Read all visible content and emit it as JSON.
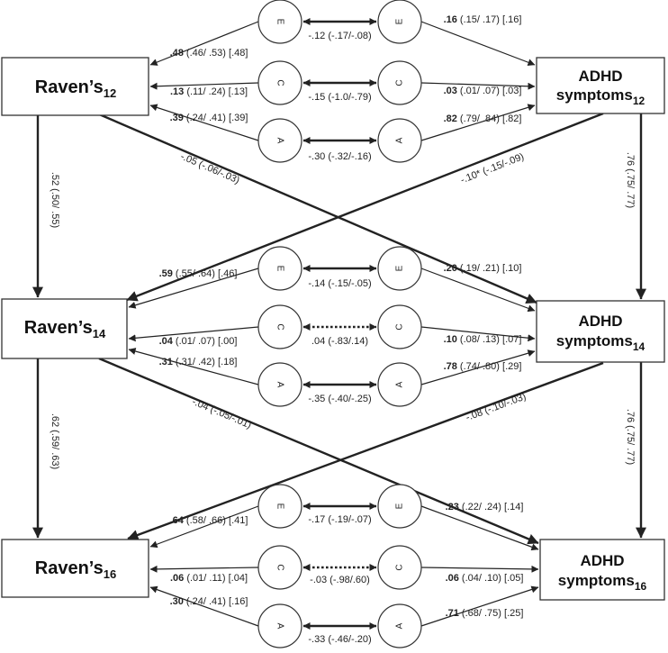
{
  "nodes": {
    "raven12": {
      "label": "Raven’s",
      "sub": "12"
    },
    "raven14": {
      "label": "Raven’s",
      "sub": "14"
    },
    "raven16": {
      "label": "Raven’s",
      "sub": "16"
    },
    "adhd12": {
      "line1": "ADHD",
      "line2": "symptoms",
      "sub": "12"
    },
    "adhd14": {
      "line1": "ADHD",
      "line2": "symptoms",
      "sub": "14"
    },
    "adhd16": {
      "line1": "ADHD",
      "line2": "symptoms",
      "sub": "16"
    }
  },
  "latent_letters": {
    "e": "E",
    "c": "C",
    "a": "A"
  },
  "blocks": [
    {
      "age": "12",
      "loadings_left": {
        "E": {
          "est": ".48",
          "rest": " (.46/ .53) [.48]"
        },
        "C": {
          "est": ".13",
          "rest": " (.11/ .24) [.13]"
        },
        "A": {
          "est": ".39",
          "rest": " (.24/ .41) [.39]"
        }
      },
      "loadings_right": {
        "E": {
          "est": ".16",
          "rest": " (.15/ .17) [.16]"
        },
        "C": {
          "est": ".03",
          "rest": " (.01/ .07) [.03]"
        },
        "A": {
          "est": ".82",
          "rest": " (.79/ .84) [.82]"
        }
      },
      "correlations": {
        "E": "-.12 (-.17/-.08)",
        "C": "-.15 (-1.0/-.79)",
        "A": "-.30 (-.32/-.16)"
      }
    },
    {
      "age": "14",
      "loadings_left": {
        "E": {
          "est": ".59",
          "rest": " (.55/ .64) [.46]"
        },
        "C": {
          "est": ".04",
          "rest": " (.01/ .07) [.00]"
        },
        "A": {
          "est": ".31",
          "rest": " (.31/ .42) [.18]"
        }
      },
      "loadings_right": {
        "E": {
          "est": ".20",
          "rest": " (.19/ .21) [.10]"
        },
        "C": {
          "est": ".10",
          "rest": " (.08/ .13) [.07]"
        },
        "A": {
          "est": ".78",
          "rest": " (.74/ .80) [.29]"
        }
      },
      "correlations": {
        "E": "-.14 (-.15/-.05)",
        "C": ".04 (-.83/.14)",
        "A": "-.35 (-.40/-.25)"
      }
    },
    {
      "age": "16",
      "loadings_left": {
        "E": {
          "est": ".64",
          "rest": " (.58/ .66) [.41]"
        },
        "C": {
          "est": ".06",
          "rest": " (.01/ .11) [.04]"
        },
        "A": {
          "est": ".30",
          "rest": " (.24/ .41) [.16]"
        }
      },
      "loadings_right": {
        "E": {
          "est": ".23",
          "rest": " (.22/ .24) [.14]"
        },
        "C": {
          "est": ".06",
          "rest": " (.04/ .10) [.05]"
        },
        "A": {
          "est": ".71",
          "rest": " (.68/ .75) [.25]"
        }
      },
      "correlations": {
        "E": "-.17 (-.19/-.07)",
        "C": "-.03 (-.98/.60)",
        "A": "-.33 (-.46/-.20)"
      }
    }
  ],
  "paths": {
    "raven_12_14": ".52 (.50/ .55)",
    "raven_14_16": ".62 (.59/ .63)",
    "adhd_12_14": ".76 (.75/ .77)",
    "adhd_14_16": ".76 (.75/ .77)",
    "cross_raven12_adhd14": "-.05 (-.06/-.03)",
    "cross_adhd12_raven14": "-.10* (-.15/-.09)",
    "cross_raven14_adhd16": "-.04 (-.05/-.01)",
    "cross_adhd14_raven16": "-.08 (-.10/-.03)"
  }
}
